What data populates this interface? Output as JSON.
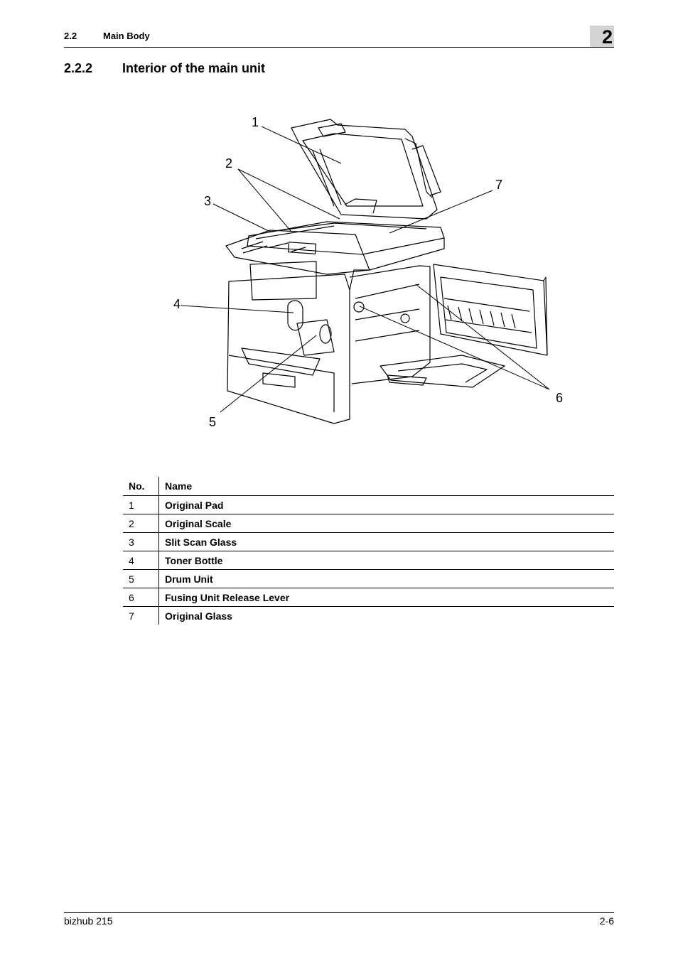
{
  "header": {
    "section_number": "2.2",
    "section_title": "Main Body",
    "chapter_badge": "2"
  },
  "title": {
    "number": "2.2.2",
    "text": "Interior of the main unit"
  },
  "figure": {
    "callouts": [
      "1",
      "2",
      "3",
      "4",
      "5",
      "6",
      "7"
    ]
  },
  "table": {
    "headers": [
      "No.",
      "Name"
    ],
    "rows": [
      {
        "no": "1",
        "name": "Original Pad"
      },
      {
        "no": "2",
        "name": "Original Scale"
      },
      {
        "no": "3",
        "name": "Slit Scan Glass"
      },
      {
        "no": "4",
        "name": "Toner Bottle"
      },
      {
        "no": "5",
        "name": "Drum Unit"
      },
      {
        "no": "6",
        "name": "Fusing Unit Release Lever"
      },
      {
        "no": "7",
        "name": "Original Glass"
      }
    ]
  },
  "footer": {
    "model": "bizhub 215",
    "page": "2-6"
  }
}
